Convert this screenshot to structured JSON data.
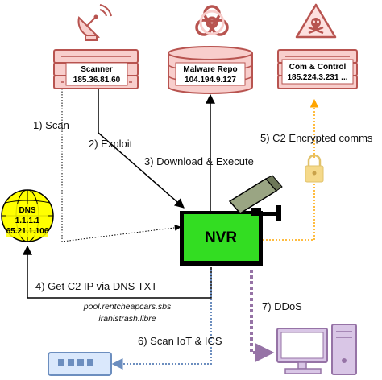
{
  "colors": {
    "server": "#f8cecc",
    "server_stroke": "#b85450",
    "nvr_fill": "#33dd22",
    "dns_fill": "#ffff00",
    "lock": "#f5d98a",
    "c2_line": "#ffa500",
    "scan_iot": "#6c8ebf",
    "ddos": "#9673a6",
    "camera": "#9aa583",
    "computer": "#d9c6e6",
    "router": "#dae8fc",
    "badge": "#fde0df"
  },
  "icons": {
    "scanner": "satellite-dish-icon",
    "malware": "biohazard-icon",
    "c2": "skull-crossbones-icon",
    "camera": "security-camera-icon",
    "dns": "globe-icon",
    "lock": "padlock-icon",
    "router": "router-icon",
    "computer": "desktop-computer-icon"
  },
  "nodes": {
    "scanner": {
      "name": "Scanner",
      "ip": "185.36.81.60"
    },
    "malware_repo": {
      "name": "Malware Repo",
      "ip": "104.194.9.127"
    },
    "c2": {
      "name": "Com & Control",
      "ip": "185.224.3.231 ..."
    },
    "dns": {
      "name": "DNS",
      "ip1": "1.1.1.1",
      "ip2": "65.21.1.106"
    },
    "nvr": {
      "name": "NVR"
    }
  },
  "steps": {
    "scan": "1) Scan",
    "exploit": "2) Exploit",
    "download": "3) Download & Execute",
    "dns_txt": "4) Get C2 IP via DNS TXT",
    "c2_comms": "5) C2 Encrypted comms",
    "scan_iot": "6) Scan IoT & ICS",
    "ddos": "7) DDoS"
  },
  "domains": [
    "pool.rentcheapcars.sbs",
    "iranistrash.libre"
  ]
}
